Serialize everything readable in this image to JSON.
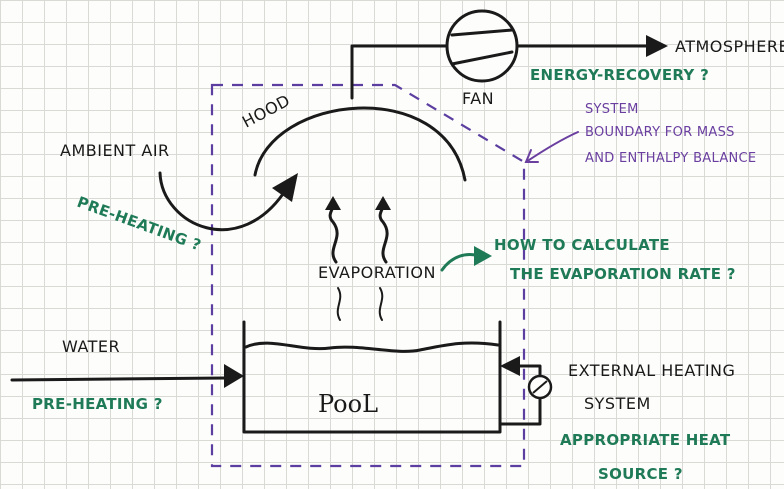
{
  "labels": {
    "atmosphere": "ATMOSPHERE",
    "fan": "FAN",
    "hood": "HOOD",
    "ambient_air": "AMBIENT AIR",
    "evaporation": "EVAPORATION",
    "water": "WATER",
    "pool": "PooL",
    "external_heating_line1": "EXTERNAL HEATING",
    "external_heating_line2": "SYSTEM"
  },
  "annotations": {
    "energy_recovery": "ENERGY-RECOVERY ?",
    "pre_heating_air": "PRE-HEATING ?",
    "pre_heating_water": "PRE-HEATING ?",
    "how_to_calc_line1": "HOW TO CALCULATE",
    "how_to_calc_line2": "THE EVAPORATION RATE ?",
    "heat_source_line1": "APPROPRIATE HEAT",
    "heat_source_line2": "SOURCE ?"
  },
  "system_boundary": {
    "line1": "SYSTEM",
    "line2": "BOUNDARY FOR MASS",
    "line3": "AND ENTHALPY BALANCE"
  },
  "colors": {
    "ink": "#1a1a1a",
    "annotation_green": "#1f7a57",
    "boundary_purple": "#5b3ea0",
    "grid": "#d9d9d6"
  }
}
